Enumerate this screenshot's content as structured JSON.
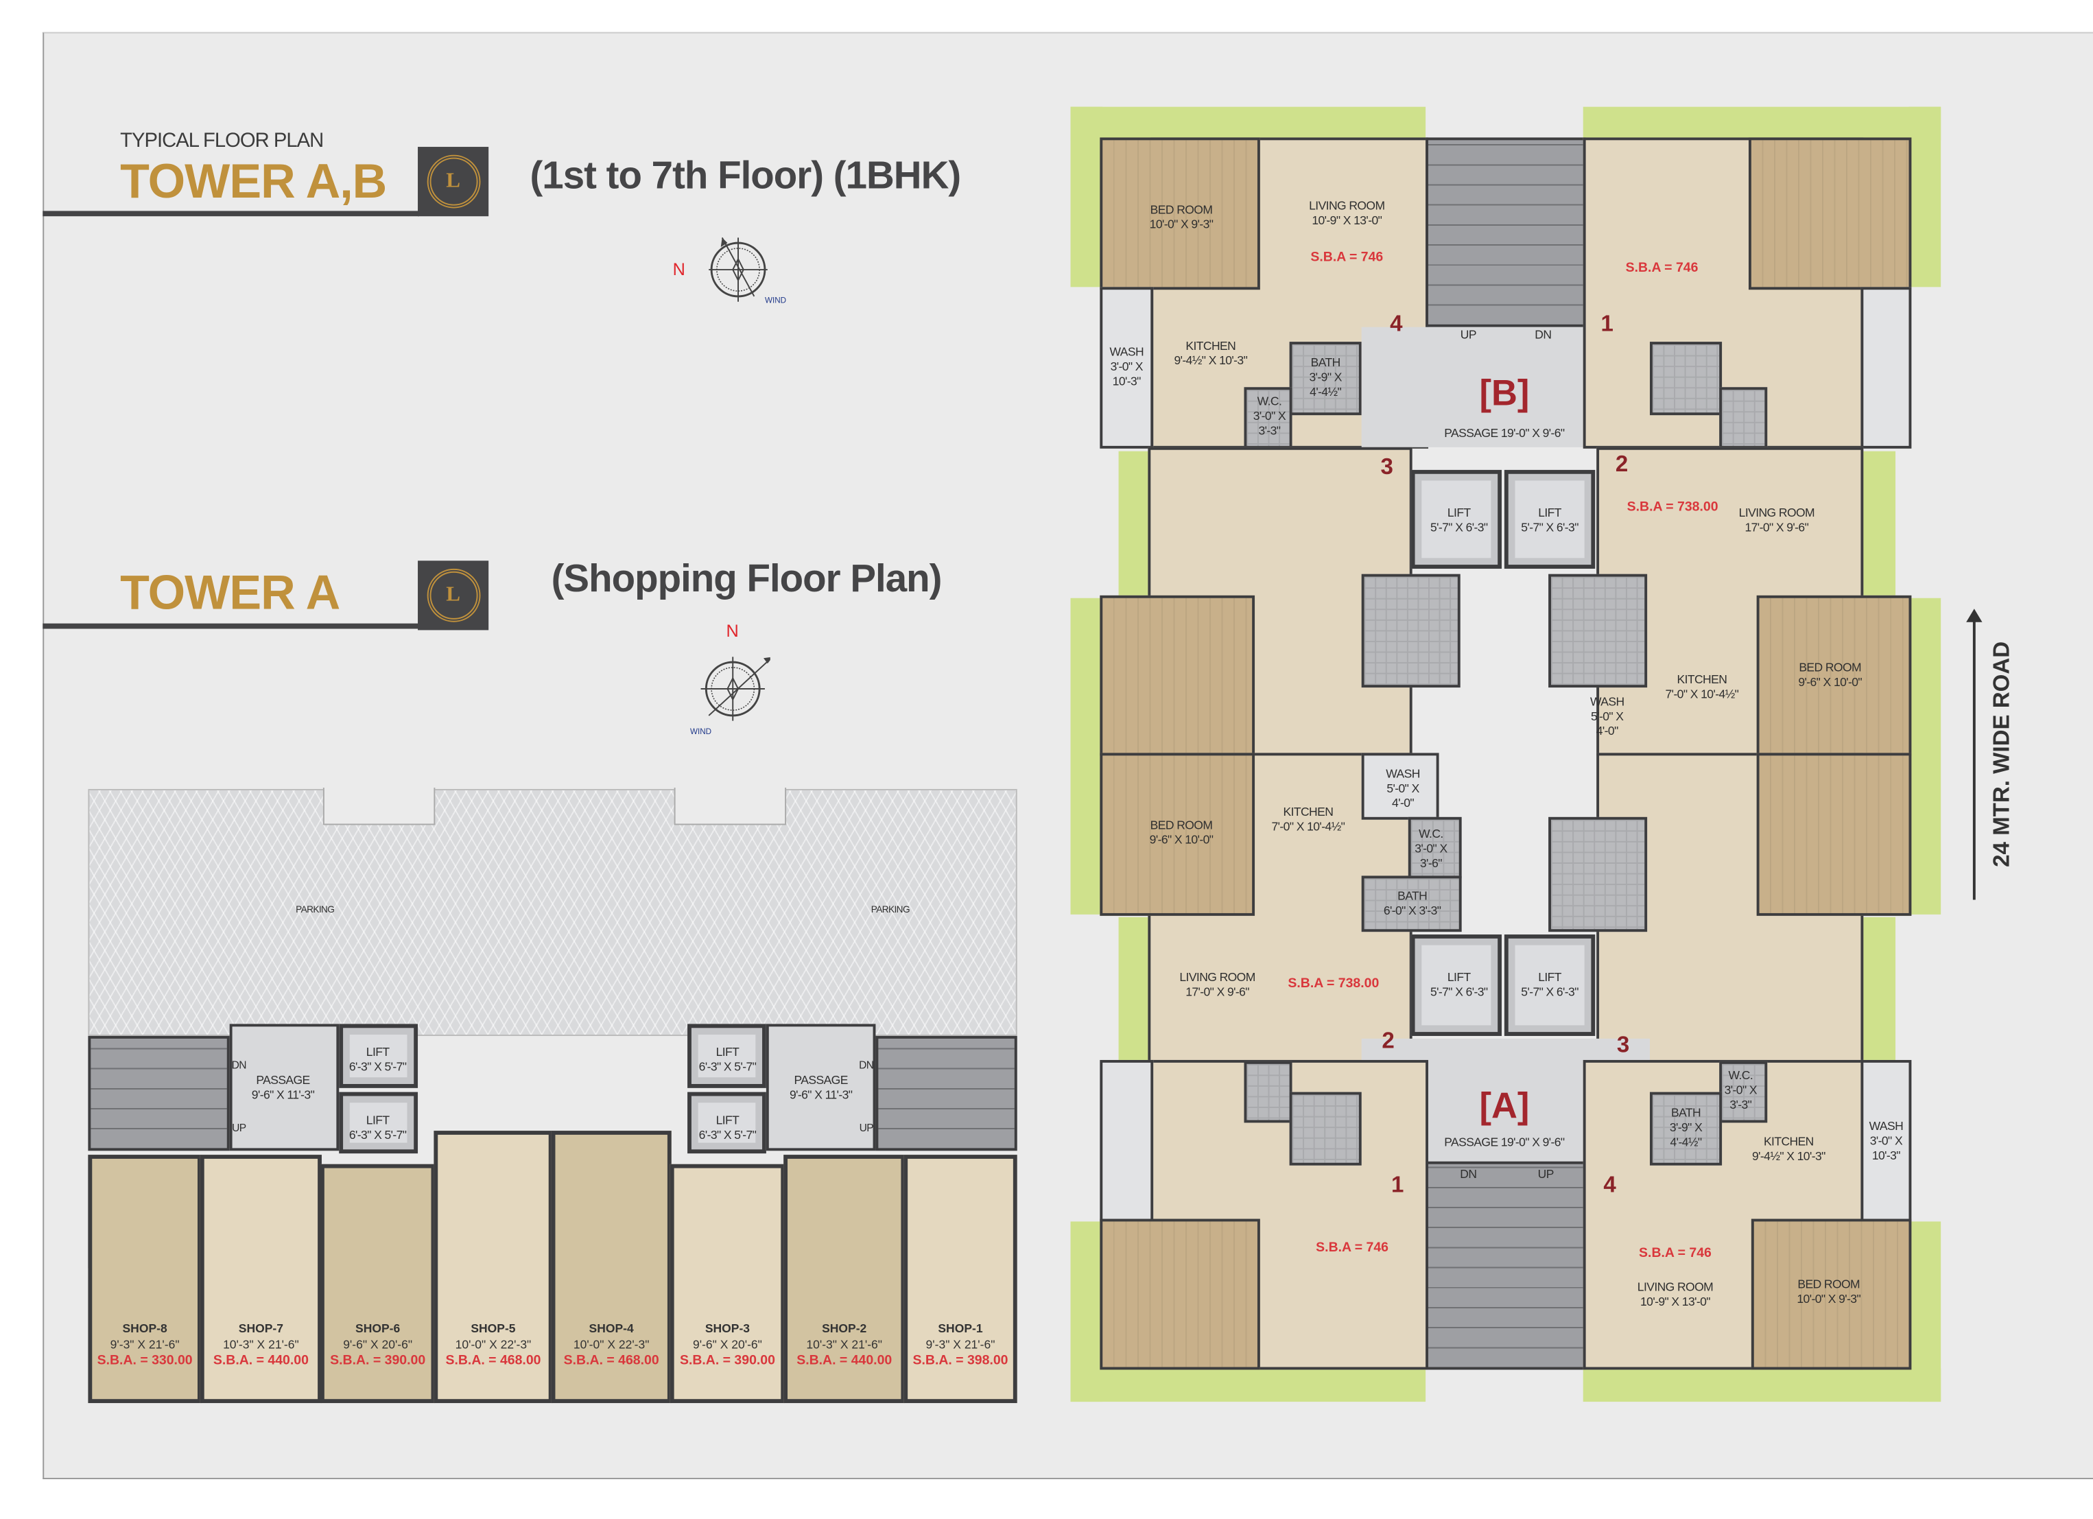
{
  "header": {
    "subtitle": "TYPICAL FLOOR PLAN",
    "title": "TOWER A,B",
    "floors": "(1st to 7th Floor) (1BHK)",
    "logo_letter": "L"
  },
  "shopping_header": {
    "title": "TOWER A",
    "heading": "(Shopping Floor Plan)",
    "logo_letter": "L"
  },
  "compass_typical": {
    "north": "N",
    "wind": "WIND"
  },
  "compass_shopping": {
    "north": "N",
    "wind": "WIND"
  },
  "colors": {
    "gold": "#c0913c",
    "sba_red": "#d9373c",
    "door_red": "#8a2328",
    "green_strip": "#cfe18c",
    "wall": "#3d3d3f"
  },
  "shopping_plan": {
    "parking": [
      "PARKING",
      "PARKING"
    ],
    "passage_left": {
      "title": "PASSAGE",
      "dims": "9'-6\" X 11'-3\"",
      "dn": "DN",
      "up": "UP"
    },
    "passage_right": {
      "title": "PASSAGE",
      "dims": "9'-6\" X 11'-3\"",
      "dn": "DN",
      "up": "UP"
    },
    "lifts": [
      {
        "title": "LIFT",
        "dims": "6'-3\" X 5'-7\""
      },
      {
        "title": "LIFT",
        "dims": "6'-3\" X 5'-7\""
      },
      {
        "title": "LIFT",
        "dims": "6'-3\" X 5'-7\""
      },
      {
        "title": "LIFT",
        "dims": "6'-3\" X 5'-7\""
      }
    ],
    "shops": [
      {
        "name": "SHOP-8",
        "dims": "9'-3\" X 21'-6\"",
        "sba": "S.B.A. = 330.00"
      },
      {
        "name": "SHOP-7",
        "dims": "10'-3\" X 21'-6\"",
        "sba": "S.B.A. = 440.00"
      },
      {
        "name": "SHOP-6",
        "dims": "9'-6\" X 20'-6\"",
        "sba": "S.B.A. = 390.00"
      },
      {
        "name": "SHOP-5",
        "dims": "10'-0\" X 22'-3\"",
        "sba": "S.B.A. = 468.00"
      },
      {
        "name": "SHOP-4",
        "dims": "10'-0\" X 22'-3\"",
        "sba": "S.B.A. = 468.00"
      },
      {
        "name": "SHOP-3",
        "dims": "9'-6\" X 20'-6\"",
        "sba": "S.B.A. = 390.00"
      },
      {
        "name": "SHOP-2",
        "dims": "10'-3\" X 21'-6\"",
        "sba": "S.B.A. = 440.00"
      },
      {
        "name": "SHOP-1",
        "dims": "9'-3\" X 21'-6\"",
        "sba": "S.B.A. = 398.00"
      }
    ]
  },
  "tower_plan": {
    "road": "24 MTR. WIDE ROAD",
    "block_b": {
      "label": "[B]",
      "passage": "PASSAGE 19'-0\" X 9'-6\"",
      "up": "UP",
      "dn": "DN",
      "unit4": {
        "door": "4",
        "bed": "BED ROOM",
        "bed_dims": "10'-0\" X 9'-3\"",
        "living": "LIVING ROOM",
        "living_dims": "10'-9\" X 13'-0\"",
        "sba": "S.B.A = 746",
        "kitchen": "KITCHEN",
        "kitchen_dims": "9'-4½\" X 10'-3\"",
        "wash": "WASH",
        "wash_dims": "3'-0\" X 10'-3\"",
        "bath": "BATH",
        "bath_dims": "3'-9\" X 4'-4½\"",
        "wc": "W.C.",
        "wc_dims": "3'-0\" X 3'-3\""
      },
      "unit1": {
        "door": "1",
        "sba": "S.B.A = 746"
      },
      "unit3": {
        "door": "3"
      },
      "unit2": {
        "door": "2",
        "sba": "S.B.A = 738.00",
        "living": "LIVING ROOM",
        "living_dims": "17'-0\" X 9'-6\"",
        "kitchen": "KITCHEN",
        "kitchen_dims": "7'-0\" X 10'-4½\"",
        "bed": "BED ROOM",
        "bed_dims": "9'-6\" X 10'-0\"",
        "wash": "WASH",
        "wash_dims": "5'-0\" X 4'-0\""
      },
      "lifts": [
        {
          "title": "LIFT",
          "dims": "5'-7\" X 6'-3\""
        },
        {
          "title": "LIFT",
          "dims": "5'-7\" X 6'-3\""
        }
      ]
    },
    "block_a": {
      "label": "[A]",
      "passage": "PASSAGE 19'-0\" X 9'-6\"",
      "up": "UP",
      "dn": "DN",
      "unit2": {
        "door": "2",
        "sba": "S.B.A = 738.00",
        "living": "LIVING ROOM",
        "living_dims": "17'-0\" X 9'-6\"",
        "kitchen": "KITCHEN",
        "kitchen_dims": "7'-0\" X 10'-4½\"",
        "bed": "BED ROOM",
        "bed_dims": "9'-6\" X 10'-0\"",
        "wash": "WASH",
        "wash_dims": "5'-0\" X 4'-0\"",
        "wc": "W.C.",
        "wc_dims": "3'-0\" X 3'-6\"",
        "bath": "BATH",
        "bath_dims": "6'-0\" X 3'-3\""
      },
      "unit3": {
        "door": "3"
      },
      "unit1": {
        "door": "1",
        "sba": "S.B.A = 746"
      },
      "unit4": {
        "door": "4",
        "sba": "S.B.A = 746",
        "living": "LIVING ROOM",
        "living_dims": "10'-9\" X 13'-0\"",
        "bed": "BED ROOM",
        "bed_dims": "10'-0\" X 9'-3\"",
        "kitchen": "KITCHEN",
        "kitchen_dims": "9'-4½\" X 10'-3\"",
        "wash": "WASH",
        "wash_dims": "3'-0\" X 10'-3\"",
        "bath": "BATH",
        "bath_dims": "3'-9\" X 4'-4½\"",
        "wc": "W.C.",
        "wc_dims": "3'-0\" X 3'-3\""
      },
      "lifts": [
        {
          "title": "LIFT",
          "dims": "5'-7\" X 6'-3\""
        },
        {
          "title": "LIFT",
          "dims": "5'-7\" X 6'-3\""
        }
      ]
    }
  }
}
